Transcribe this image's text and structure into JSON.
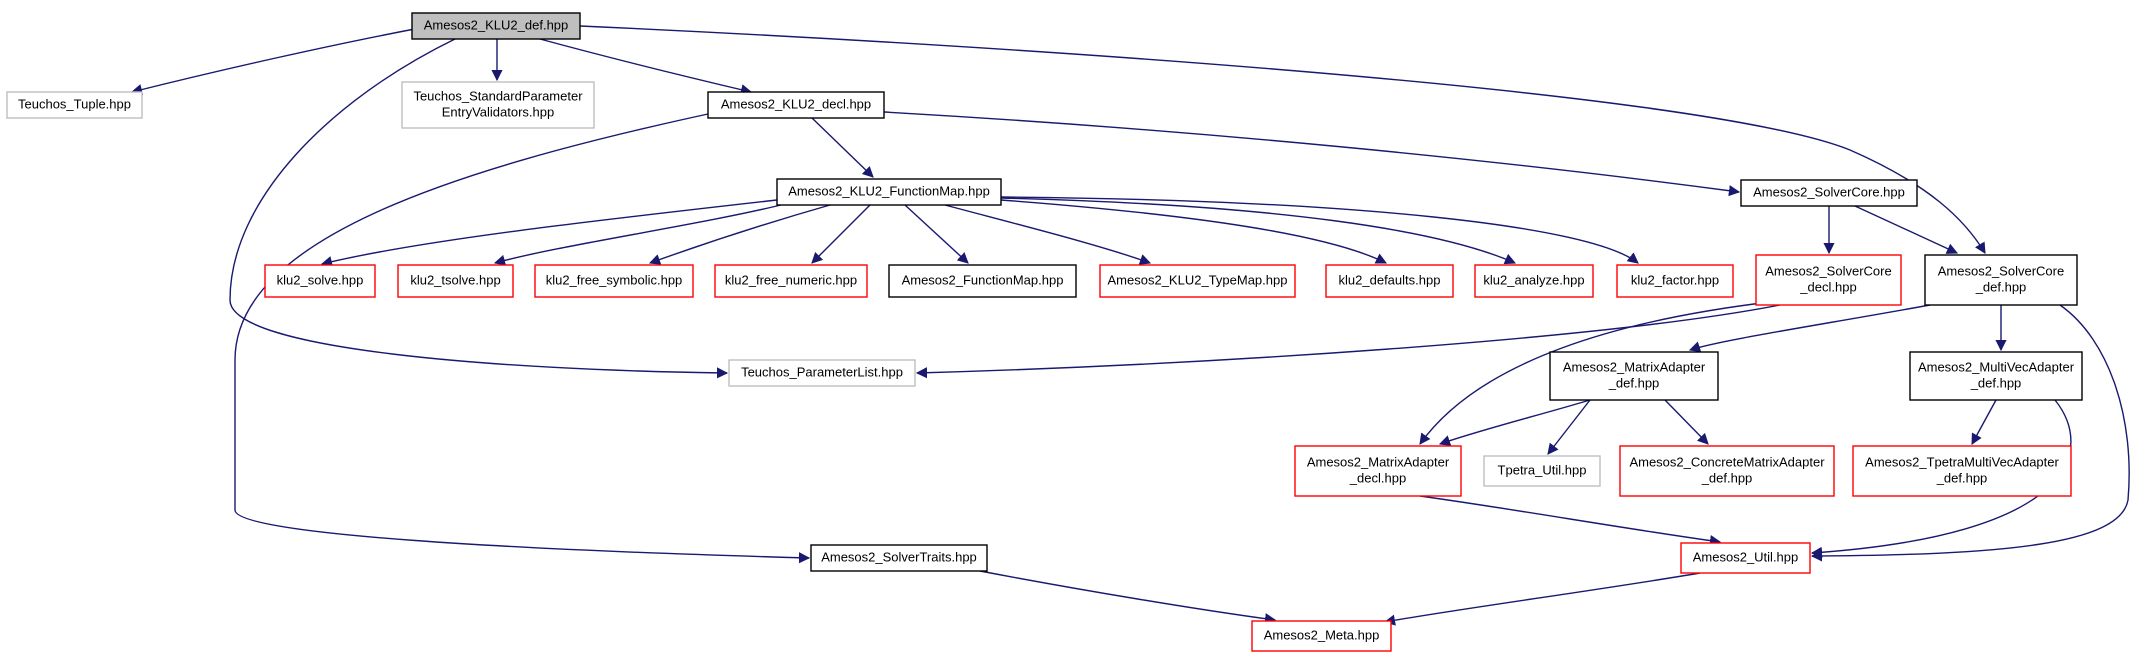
{
  "graph": {
    "nodes": [
      {
        "id": "root",
        "lines": [
          "Amesos2_KLU2_def.hpp"
        ],
        "style": "root"
      },
      {
        "id": "tuple",
        "lines": [
          "Teuchos_Tuple.hpp"
        ],
        "style": "gray"
      },
      {
        "id": "spev",
        "lines": [
          "Teuchos_StandardParameter",
          "EntryValidators.hpp"
        ],
        "style": "gray"
      },
      {
        "id": "decl",
        "lines": [
          "Amesos2_KLU2_decl.hpp"
        ],
        "style": "black"
      },
      {
        "id": "fmap",
        "lines": [
          "Amesos2_KLU2_FunctionMap.hpp"
        ],
        "style": "black"
      },
      {
        "id": "score",
        "lines": [
          "Amesos2_SolverCore.hpp"
        ],
        "style": "black"
      },
      {
        "id": "solve",
        "lines": [
          "klu2_solve.hpp"
        ],
        "style": "red"
      },
      {
        "id": "tsolve",
        "lines": [
          "klu2_tsolve.hpp"
        ],
        "style": "red"
      },
      {
        "id": "fsym",
        "lines": [
          "klu2_free_symbolic.hpp"
        ],
        "style": "red"
      },
      {
        "id": "fnum",
        "lines": [
          "klu2_free_numeric.hpp"
        ],
        "style": "red"
      },
      {
        "id": "a2fm",
        "lines": [
          "Amesos2_FunctionMap.hpp"
        ],
        "style": "black"
      },
      {
        "id": "tmap",
        "lines": [
          "Amesos2_KLU2_TypeMap.hpp"
        ],
        "style": "red"
      },
      {
        "id": "kdef",
        "lines": [
          "klu2_defaults.hpp"
        ],
        "style": "red"
      },
      {
        "id": "kana",
        "lines": [
          "klu2_analyze.hpp"
        ],
        "style": "red"
      },
      {
        "id": "kfac",
        "lines": [
          "klu2_factor.hpp"
        ],
        "style": "red"
      },
      {
        "id": "scdecl",
        "lines": [
          "Amesos2_SolverCore",
          "_decl.hpp"
        ],
        "style": "red"
      },
      {
        "id": "scdef",
        "lines": [
          "Amesos2_SolverCore",
          "_def.hpp"
        ],
        "style": "black"
      },
      {
        "id": "plist",
        "lines": [
          "Teuchos_ParameterList.hpp"
        ],
        "style": "gray"
      },
      {
        "id": "madef",
        "lines": [
          "Amesos2_MatrixAdapter",
          "_def.hpp"
        ],
        "style": "black"
      },
      {
        "id": "mvdef",
        "lines": [
          "Amesos2_MultiVecAdapter",
          "_def.hpp"
        ],
        "style": "black"
      },
      {
        "id": "madecl",
        "lines": [
          "Amesos2_MatrixAdapter",
          "_decl.hpp"
        ],
        "style": "red"
      },
      {
        "id": "tutil",
        "lines": [
          "Tpetra_Util.hpp"
        ],
        "style": "gray"
      },
      {
        "id": "cma",
        "lines": [
          "Amesos2_ConcreteMatrixAdapter",
          "_def.hpp"
        ],
        "style": "red"
      },
      {
        "id": "tmv",
        "lines": [
          "Amesos2_TpetraMultiVecAdapter",
          "_def.hpp"
        ],
        "style": "red"
      },
      {
        "id": "straits",
        "lines": [
          "Amesos2_SolverTraits.hpp"
        ],
        "style": "black"
      },
      {
        "id": "util",
        "lines": [
          "Amesos2_Util.hpp"
        ],
        "style": "red"
      },
      {
        "id": "meta",
        "lines": [
          "Amesos2_Meta.hpp"
        ],
        "style": "red"
      }
    ],
    "colors": {
      "edge": "#191970",
      "box_black": "#000000",
      "box_red": "#ff0000",
      "box_gray": "#bfbfbf",
      "root_fill": "#bfbfbf"
    }
  }
}
